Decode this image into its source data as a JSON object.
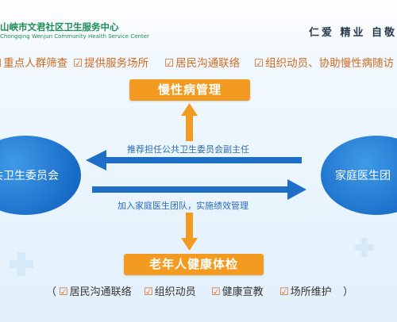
{
  "header": {
    "org_name_cn": "山峡市文君社区卫生服务中心",
    "org_name_en": "Chongqing Wenjun Community Health Service Center",
    "slogan": "仁爱 精业 自敬"
  },
  "task_items": [
    "重点人群筛查",
    "提供服务场所",
    "居民沟通联络",
    "组织动员、协助慢性病随访"
  ],
  "checkbox_symbol": "☑",
  "top_box": "慢性病管理",
  "bottom_box": "老年人健康体检",
  "left_node": "共卫生委员会",
  "right_node": "家庭医生团",
  "arrow_top_label": "推荐担任公共卫生委员会副主任",
  "arrow_bottom_label": "加入家庭医生团队，实施绩效管理",
  "bottom_items": [
    "居民沟通联络",
    "组织动员",
    "健康宣教",
    "场所维护"
  ],
  "bottom_open": "（",
  "bottom_close": "）",
  "colors": {
    "orange": "#f39a20",
    "blue": "#1a6dc8",
    "green": "#1c8f55",
    "task_text": "#d2691e"
  }
}
